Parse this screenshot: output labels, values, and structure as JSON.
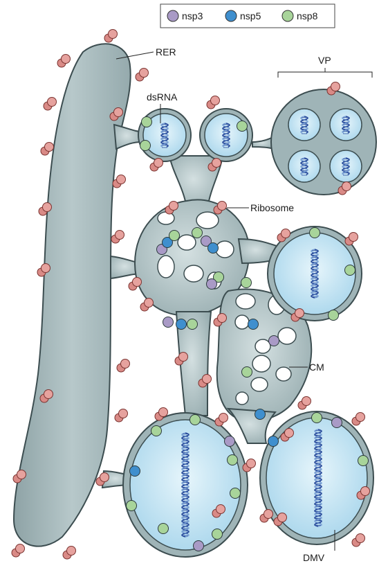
{
  "legend": {
    "items": [
      {
        "label": "nsp3",
        "color": "#a99ac6"
      },
      {
        "label": "nsp5",
        "color": "#3f8fce"
      },
      {
        "label": "nsp8",
        "color": "#a8d49a"
      }
    ]
  },
  "labels": {
    "rer": "RER",
    "vp": "VP",
    "dsrna": "dsRNA",
    "ribosome": "Ribosome",
    "cm": "CM",
    "dmv": "DMV"
  },
  "colors": {
    "membrane": "#9fb4b7",
    "membrane_stroke": "#3c4d50",
    "vesicle_inner": "#bfe2f2",
    "ribosome": "#d98a86",
    "ribosome_stroke": "#7a3330",
    "rna": "#2d4f9e"
  },
  "icons": {
    "ribosome": "ribosome-icon",
    "dsrna": "dsrna-helix-icon"
  }
}
